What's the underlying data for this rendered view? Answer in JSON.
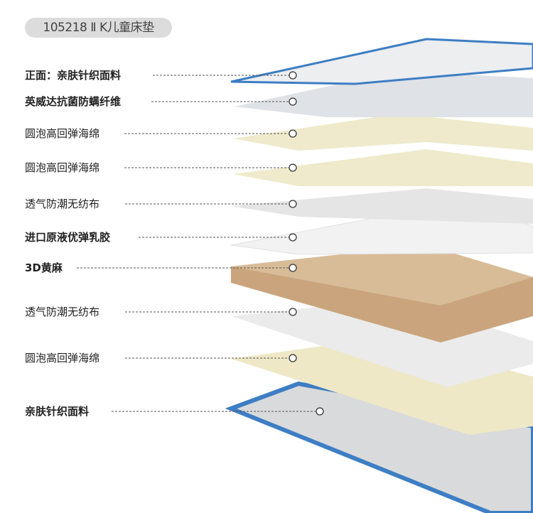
{
  "product_title": "105218 Ⅱ K儿童床垫",
  "layers": [
    {
      "label": "正面：亲肤针织面料",
      "bold": true
    },
    {
      "label": "英威达抗菌防螨纤维",
      "bold": true
    },
    {
      "label": "圆泡高回弹海绵",
      "bold": false
    },
    {
      "label": "圆泡高回弹海绵",
      "bold": false
    },
    {
      "label": "透气防潮无纺布",
      "bold": false
    },
    {
      "label": "进口原液优弹乳胶",
      "bold": true
    },
    {
      "label": "3D黄麻",
      "bold": true
    },
    {
      "label": "透气防潮无纺布",
      "bold": false
    },
    {
      "label": "圆泡高回弹海绵",
      "bold": false
    },
    {
      "label": "亲肤针织面料",
      "bold": true
    }
  ],
  "colors": {
    "edge_blue": "#3d7ec4",
    "foam": "#efeacb",
    "jute": "#c9a47c",
    "fiber": "#dfe2e6",
    "nonwoven": "#e8e8e8",
    "latex": "#f2f2f2"
  }
}
